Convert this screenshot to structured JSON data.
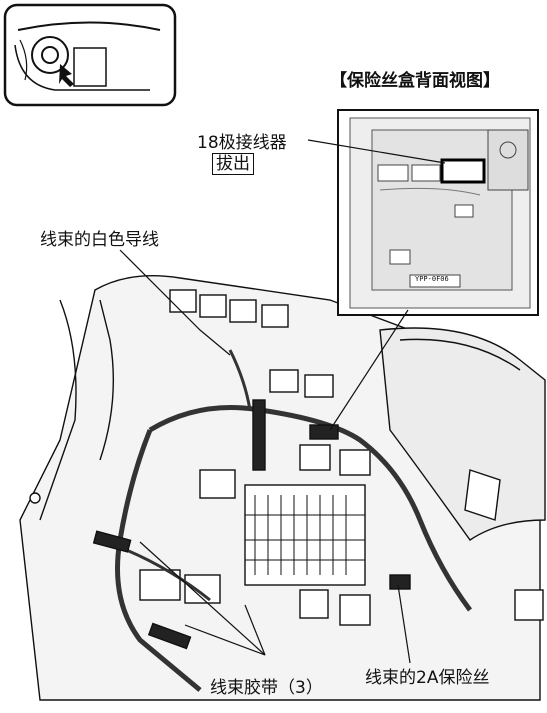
{
  "title": "【保险丝盒背面视图】",
  "callouts": {
    "connector": "18极接线器",
    "action": "拔出",
    "white_wire": "线束的白色导线",
    "harness_ties": "线束胶带（3）",
    "fuse_2a": "线束的2A保险丝"
  },
  "inset_part_label": "YPP-0F06",
  "colors": {
    "line": "#111111",
    "panel": "#f2f2f2",
    "highlight": "#000000"
  }
}
